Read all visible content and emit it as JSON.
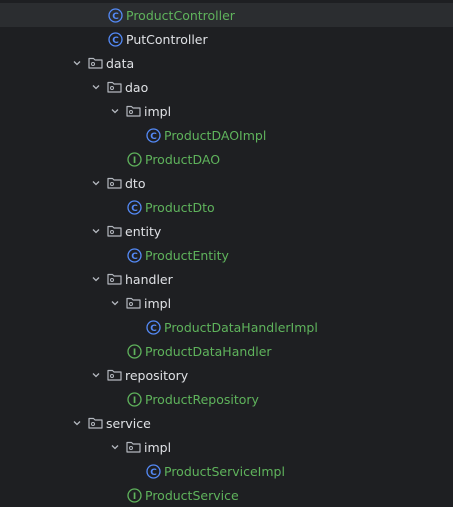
{
  "colors": {
    "background": "#1e1f22",
    "selected_row": "#2b2d30",
    "text_default": "#dfe1e5",
    "text_vcs_green": "#5fb35c",
    "class_icon": "#548af7",
    "interface_icon": "#5fb35c",
    "folder_icon": "#b4b8bf"
  },
  "tree": [
    {
      "label": "ProductController",
      "icon": "class-icon",
      "level": 4,
      "status": "new",
      "selected": true
    },
    {
      "label": "PutController",
      "icon": "class-icon",
      "level": 4,
      "status": "unchanged"
    },
    {
      "label": "data",
      "icon": "package-icon",
      "level": 2,
      "expanded": true
    },
    {
      "label": "dao",
      "icon": "package-icon",
      "level": 3,
      "expanded": true
    },
    {
      "label": "impl",
      "icon": "package-icon",
      "level": 4,
      "expanded": true
    },
    {
      "label": "ProductDAOImpl",
      "icon": "class-icon",
      "level": 5,
      "status": "new"
    },
    {
      "label": "ProductDAO",
      "icon": "interface-icon",
      "level": 4,
      "status": "new"
    },
    {
      "label": "dto",
      "icon": "package-icon",
      "level": 3,
      "expanded": true
    },
    {
      "label": "ProductDto",
      "icon": "class-icon",
      "level": 4,
      "status": "new"
    },
    {
      "label": "entity",
      "icon": "package-icon",
      "level": 3,
      "expanded": true
    },
    {
      "label": "ProductEntity",
      "icon": "class-icon",
      "level": 4,
      "status": "new"
    },
    {
      "label": "handler",
      "icon": "package-icon",
      "level": 3,
      "expanded": true
    },
    {
      "label": "impl",
      "icon": "package-icon",
      "level": 4,
      "expanded": true
    },
    {
      "label": "ProductDataHandlerImpl",
      "icon": "class-icon",
      "level": 5,
      "status": "new"
    },
    {
      "label": "ProductDataHandler",
      "icon": "interface-icon",
      "level": 4,
      "status": "new"
    },
    {
      "label": "repository",
      "icon": "package-icon",
      "level": 3,
      "expanded": true
    },
    {
      "label": "ProductRepository",
      "icon": "interface-icon",
      "level": 4,
      "status": "new"
    },
    {
      "label": "service",
      "icon": "package-icon",
      "level": 2,
      "expanded": true
    },
    {
      "label": "impl",
      "icon": "package-icon",
      "level": 3,
      "expanded": true
    },
    {
      "label": "ProductServiceImpl",
      "icon": "class-icon",
      "level": 4,
      "status": "new"
    },
    {
      "label": "ProductService",
      "icon": "interface-icon",
      "level": 3,
      "status": "new"
    }
  ]
}
